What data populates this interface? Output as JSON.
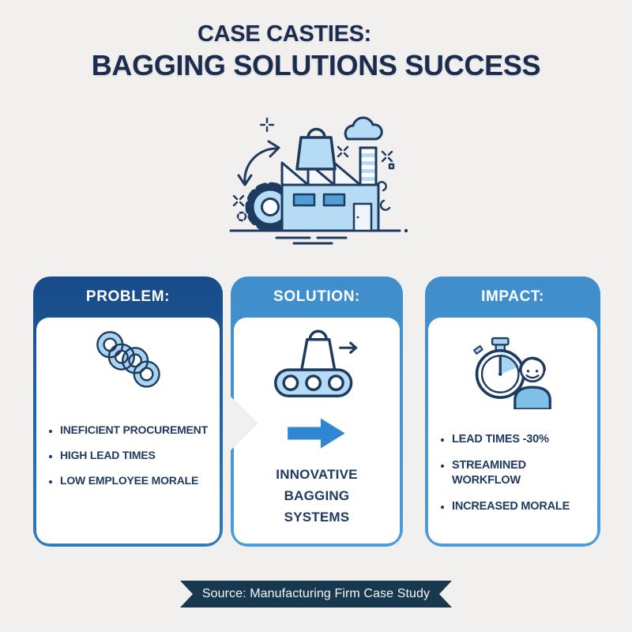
{
  "title": {
    "line1": "CASE CASTIES:",
    "line2": "BAGGING SOLUTIONS SUCCESS"
  },
  "icons": {
    "header_illustration": "factory-supply-chain-illustration",
    "problem": "chain-links-icon",
    "solution": "conveyor-belt-bag-icon",
    "solution_arrow": "big-right-arrow-icon",
    "impact": "stopwatch-happy-person-icon"
  },
  "cards": {
    "problem": {
      "header": "PROBLEM:",
      "bullets": [
        "INEFICIENT PROCUREMENT",
        "HIGH LEAD TIMES",
        "LOW EMPLOYEE MORALE"
      ]
    },
    "solution": {
      "header": "SOLUTION:",
      "lines": [
        "INNOVATIVE",
        "BAGGING",
        "SYSTEMS"
      ]
    },
    "impact": {
      "header": "IMPACT:",
      "bullets": [
        "LEAD TIMES -30%",
        "STREAMINED WORKFLOW",
        "INCREASED MORALE"
      ]
    }
  },
  "footer": {
    "source": "Source: Manufacturing Firm Case Study"
  },
  "colors": {
    "background": "#f1f0ee",
    "title_text": "#1c2c4e",
    "problem_header": "#174a88",
    "solution_header": "#3f8ecb",
    "impact_header": "#3f8ecb",
    "card_body": "#ffffff",
    "bullet_text": "#1e3a5f",
    "big_arrow": "#2f86d1",
    "icon_fill": "#b5dcf4",
    "icon_outline": "#1e3a5f",
    "banner_bg": "#17384e",
    "banner_text": "#ffffff"
  }
}
